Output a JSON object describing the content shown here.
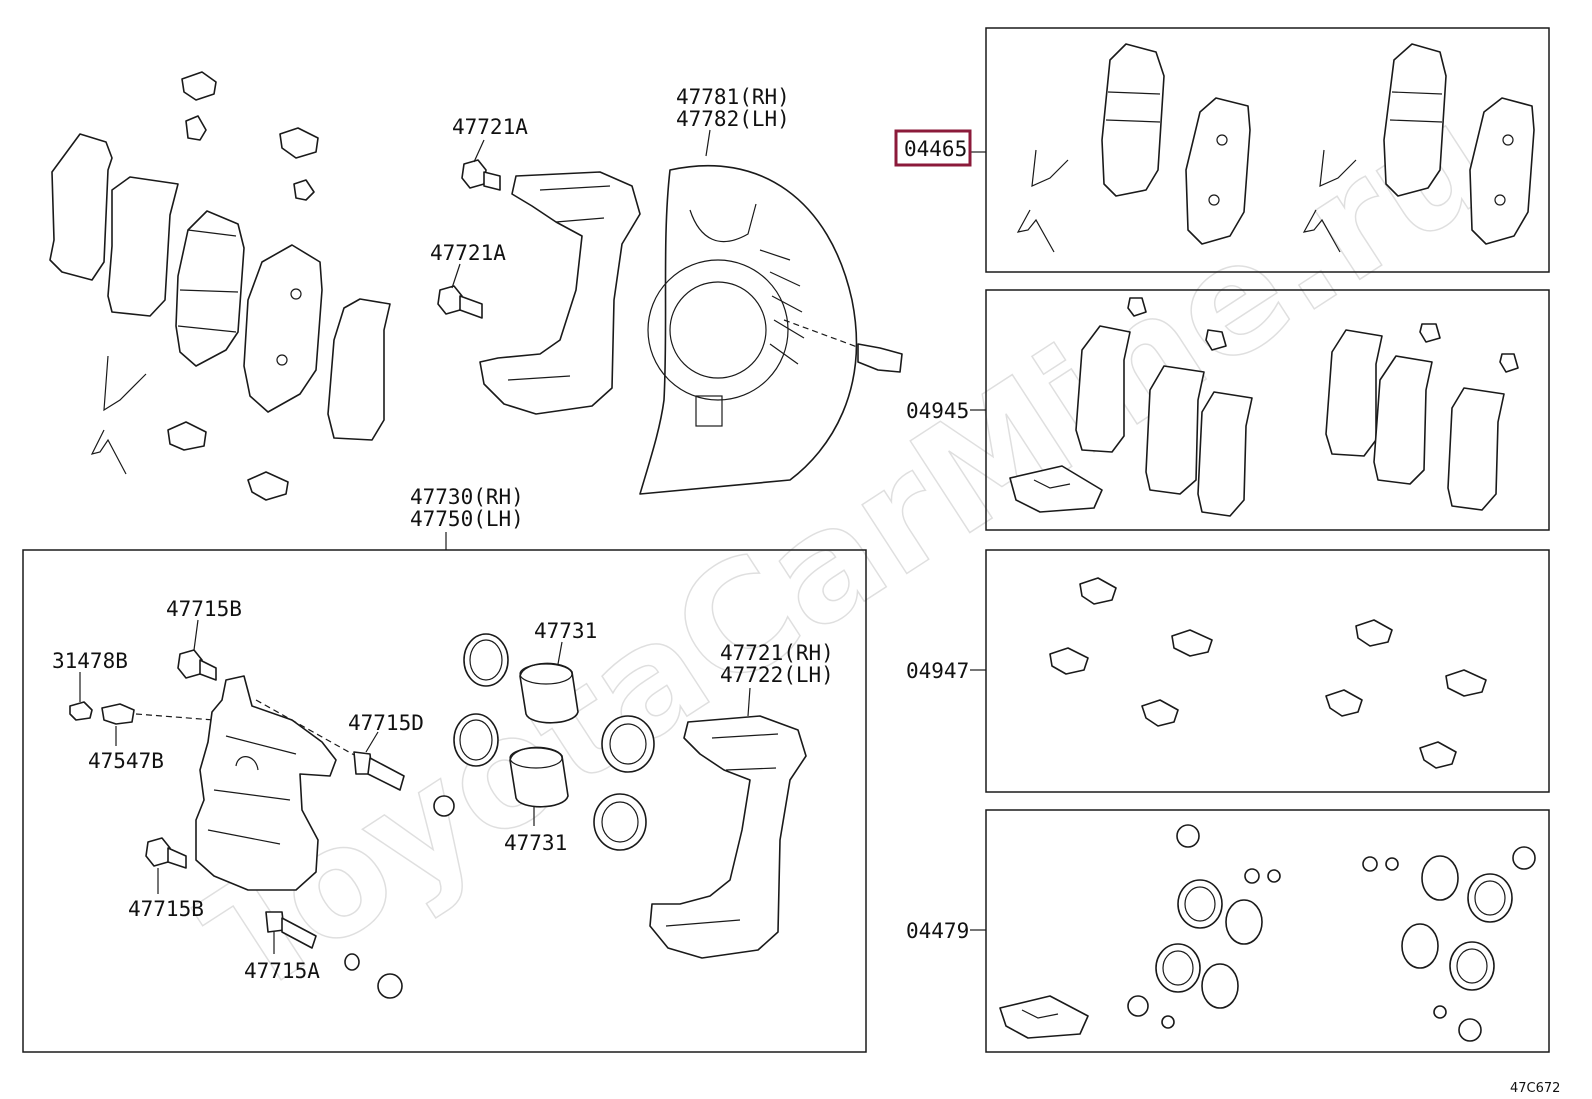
{
  "watermark": "ToyotaCarMine.ru",
  "diagram_code": "47C672",
  "highlight_color": "#8b1a3a",
  "labels": {
    "shield": [
      "47781(RH)",
      "47782(LH)"
    ],
    "bolt_top": "47721A",
    "bolt_mid": "47721A",
    "caliper_assy": [
      "47730(RH)",
      "47750(LH)"
    ],
    "bolt_47715b_top": "47715B",
    "bleeder_cap": "31478B",
    "bleeder_plug": "47547B",
    "pin_47715d": "47715D",
    "piston_top": "47731",
    "piston_bottom": "47731",
    "mounting": [
      "47721(RH)",
      "47722(LH)"
    ],
    "bolt_47715b_bottom": "47715B",
    "pin_47715a": "47715A"
  },
  "kits": [
    {
      "code": "04465",
      "highlighted": true
    },
    {
      "code": "04945",
      "highlighted": false
    },
    {
      "code": "04947",
      "highlighted": false
    },
    {
      "code": "04479",
      "highlighted": false
    }
  ]
}
